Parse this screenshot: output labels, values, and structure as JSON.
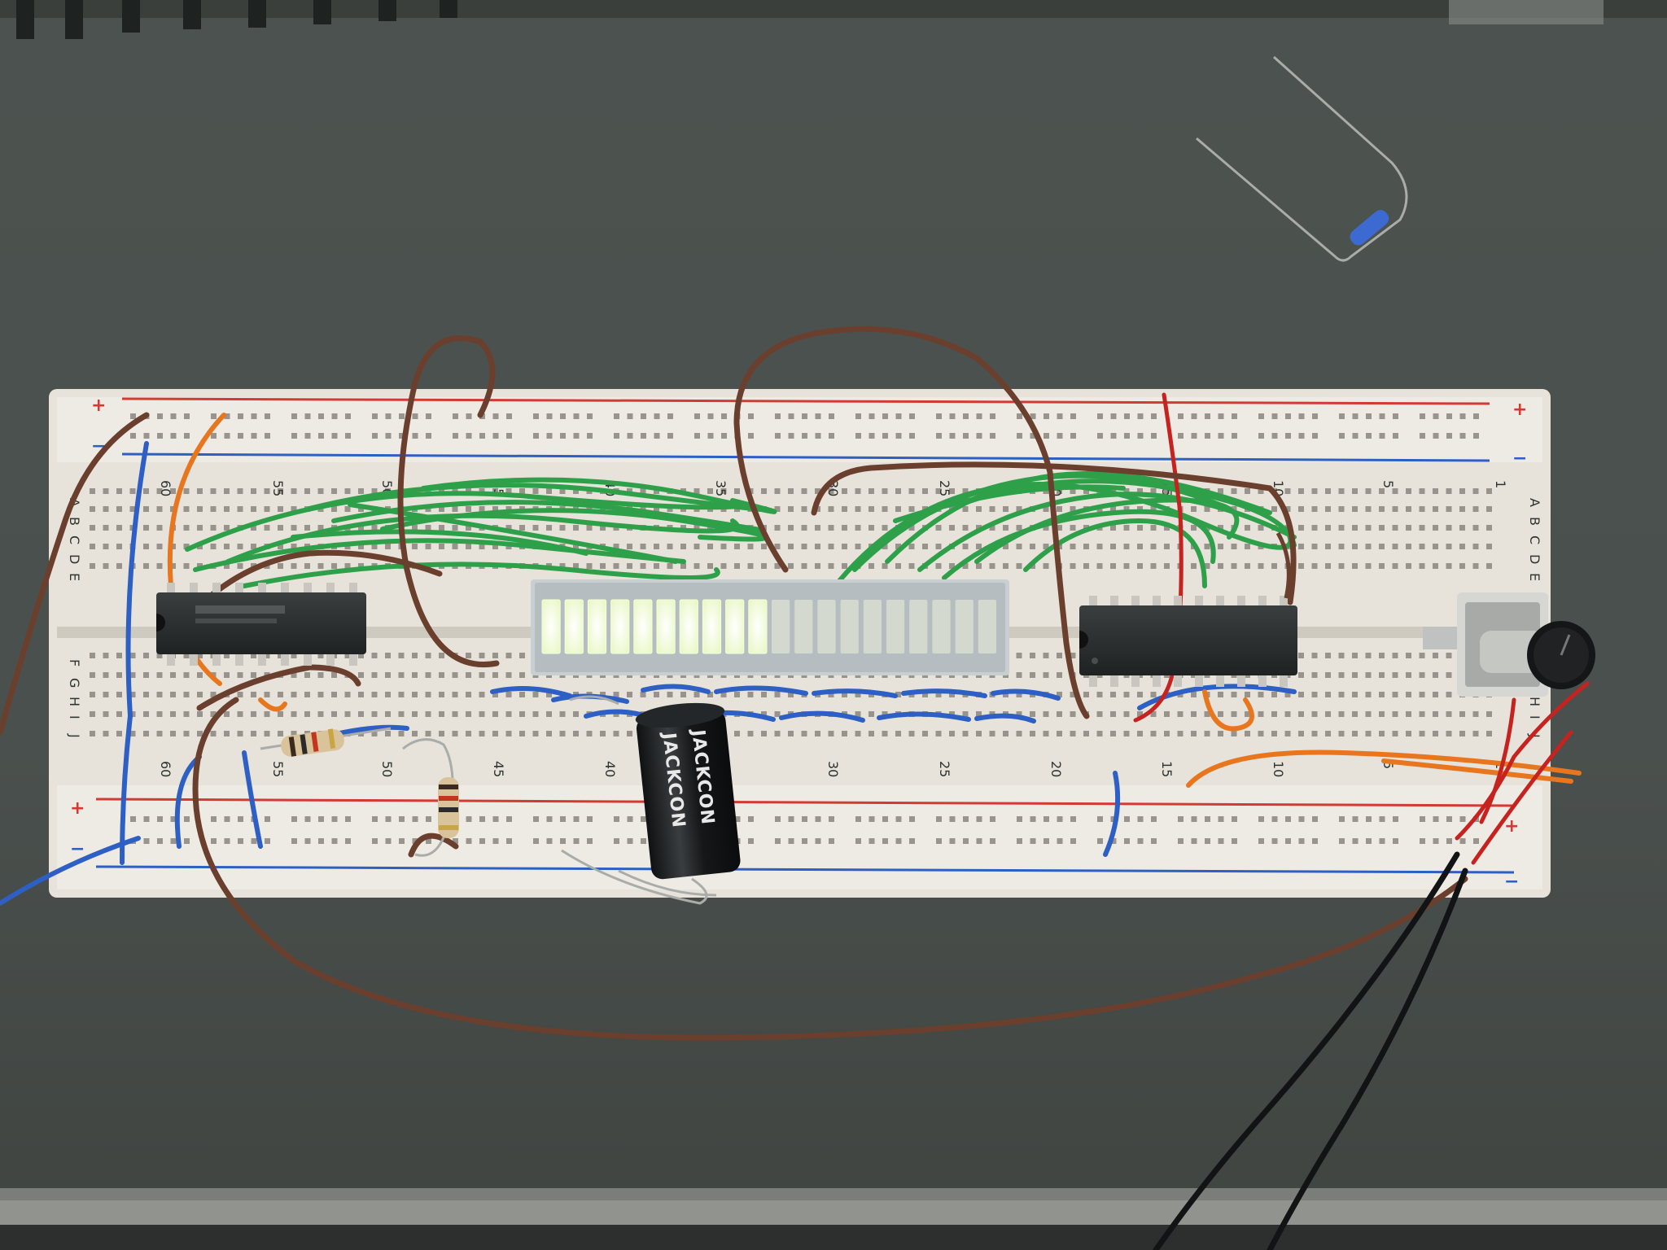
{
  "scene": {
    "subject": "",
    "components": {
      "capacitor": {
        "brand": "JACKCON"
      }
    },
    "breadboard": {
      "row_letters_top": [
        "A",
        "B",
        "C",
        "D",
        "E"
      ],
      "row_letters_bottom": [
        "F",
        "G",
        "H",
        "I",
        "J"
      ],
      "column_numbers": [
        "60",
        "55",
        "50",
        "45",
        "40",
        "35",
        "30",
        "25",
        "20",
        "15",
        "10",
        "5",
        "1"
      ],
      "rail_plus": "+",
      "rail_minus": "−"
    },
    "led_bar": {
      "segments_total": 20,
      "segments_lit": 10
    },
    "colors": {
      "background": "#4a4f4c",
      "board": "#e9e6de",
      "rail_red": "#d23a34",
      "rail_blue": "#2d5fc4",
      "jumper_green": "#2fa04a",
      "jumper_brown": "#6b3f2e",
      "led_lit": "#f6ffd8"
    }
  }
}
